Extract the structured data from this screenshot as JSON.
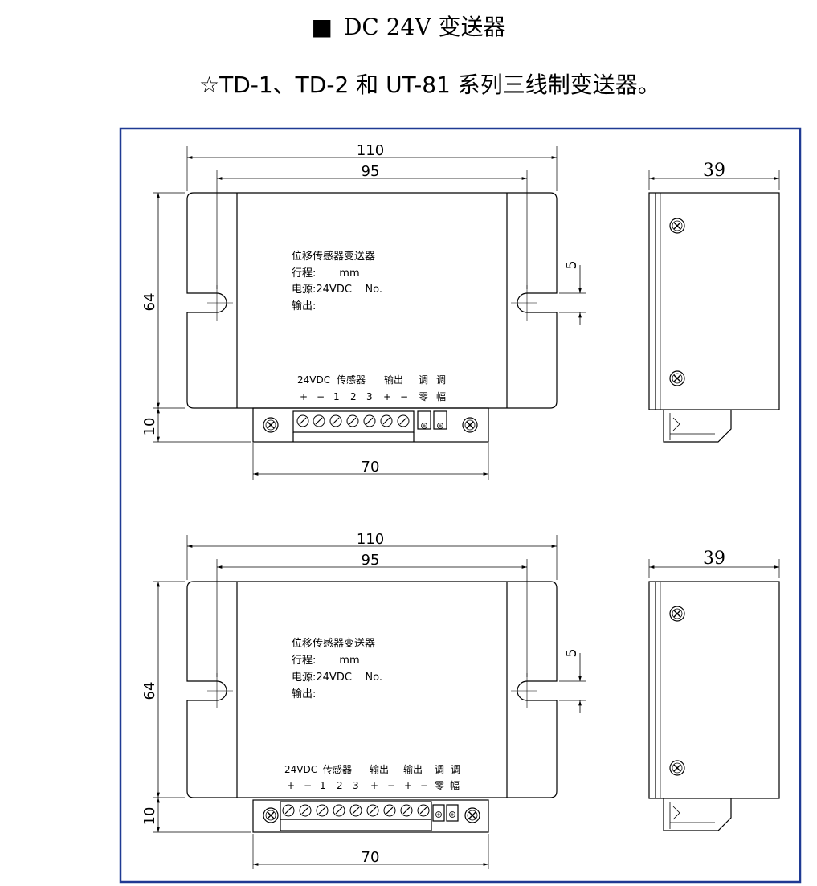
{
  "header": {
    "title": "DC 24V 变送器",
    "title_marker": "■",
    "subtitle": "☆TD-1、TD-2 和 UT-81 系列三线制变送器。"
  },
  "dimensions": {
    "width_total": "110",
    "width_holes": "95",
    "height_body": "64",
    "terminal_height": "10",
    "terminal_width": "70",
    "hole_size": "5",
    "side_depth": "39"
  },
  "label_plate": {
    "line1": "位移传感器变送器",
    "line2": "行程:       mm",
    "line3": "电源:24VDC    No.",
    "line4": "输出:"
  },
  "top_unit": {
    "group_labels": [
      "24VDC",
      "传感器",
      "输出",
      "调",
      "调"
    ],
    "pin_labels": [
      "+",
      "−",
      "1",
      "2",
      "3",
      "+",
      "−",
      "零",
      "幅"
    ]
  },
  "bottom_unit": {
    "group_labels": [
      "24VDC",
      "传感器",
      "输出",
      "输出",
      "调",
      "调"
    ],
    "pin_labels": [
      "+",
      "−",
      "1",
      "2",
      "3",
      "+",
      "−",
      "+",
      "−",
      "零",
      "幅"
    ]
  },
  "colors": {
    "frame": "#1f3a93",
    "line": "#000000"
  }
}
